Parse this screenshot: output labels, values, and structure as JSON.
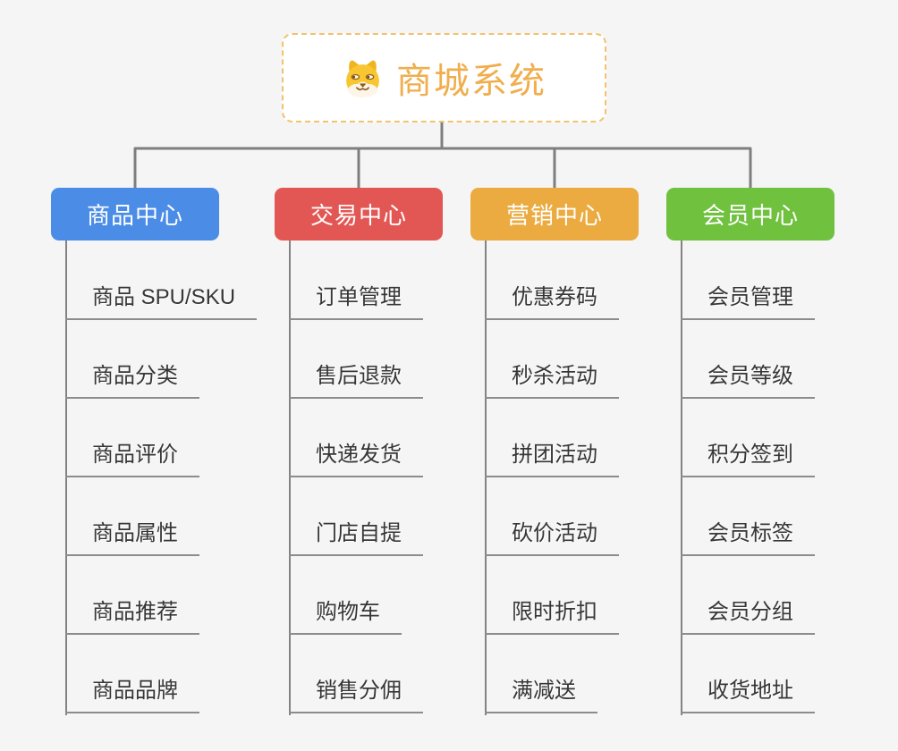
{
  "root": {
    "title": "商城系统",
    "icon": "shiba-dog-icon"
  },
  "branches": [
    {
      "label": "商品中心",
      "color": "#4b8de6",
      "items": [
        "商品 SPU/SKU",
        "商品分类",
        "商品评价",
        "商品属性",
        "商品推荐",
        "商品品牌"
      ]
    },
    {
      "label": "交易中心",
      "color": "#e25754",
      "items": [
        "订单管理",
        "售后退款",
        "快递发货",
        "门店自提",
        "购物车",
        "销售分佣"
      ]
    },
    {
      "label": "营销中心",
      "color": "#ebab40",
      "items": [
        "优惠券码",
        "秒杀活动",
        "拼团活动",
        "砍价活动",
        "限时折扣",
        "满减送"
      ]
    },
    {
      "label": "会员中心",
      "color": "#6fc13e",
      "items": [
        "会员管理",
        "会员等级",
        "积分签到",
        "会员标签",
        "会员分组",
        "收货地址"
      ]
    }
  ],
  "theme": {
    "background": "#f5f5f6",
    "connector_line": "#7e7e7e",
    "spine_line": "#838383",
    "leaf_underline": "#8c8c8c",
    "leaf_text": "#363636",
    "root_border": "#f2c26e",
    "root_text": "#f0ae4d"
  }
}
